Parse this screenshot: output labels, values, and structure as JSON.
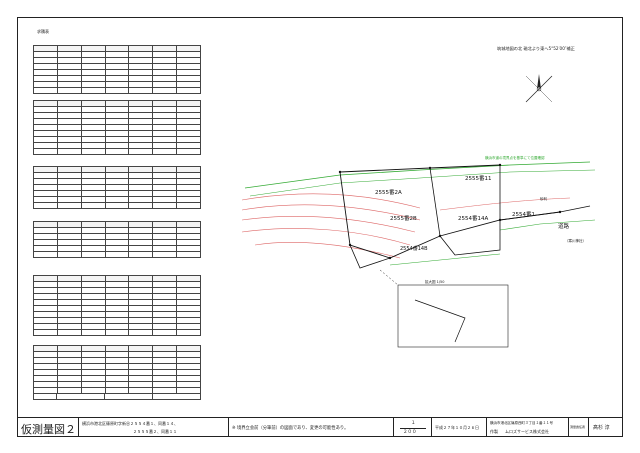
{
  "sheet": {
    "ledger_title": "求積表",
    "orientation_note": "筑城地図の北 磁北より東へ5°52′00″補正",
    "title_block": {
      "drawing_title": "仮測量図２",
      "location_line1": "横浜市港北区篠原町字新谷２５５４番１、同番１４、",
      "location_line2": "２５５５番２、同番１１",
      "note": "※ 境界立会前（分筆前）の図面であり、変更の可能性あり。",
      "scale_top": "１",
      "scale_bottom": "２００",
      "date": "平成２７年１０月２６日",
      "company_address": "横浜市港北区篠原西町３丁目１番１１号",
      "maker_label": "作製",
      "company_name": "ムロズサービス株式会社",
      "surveyor_role": "測量責任者",
      "surveyor_name": "髙杉 淳"
    }
  },
  "map_labels": {
    "lot1": "2555番2A",
    "lot2": "2555番2B",
    "lot3": "2555番11",
    "lot4": "2554番14A",
    "lot5": "2554番1",
    "lot6": "2554番14B",
    "road": "道路",
    "detail": "拡大図 1/50",
    "road_boundary": "横浜市道の境界点を基準にて位置確認",
    "park": "（寒川神社）",
    "gravel": "砂利"
  }
}
